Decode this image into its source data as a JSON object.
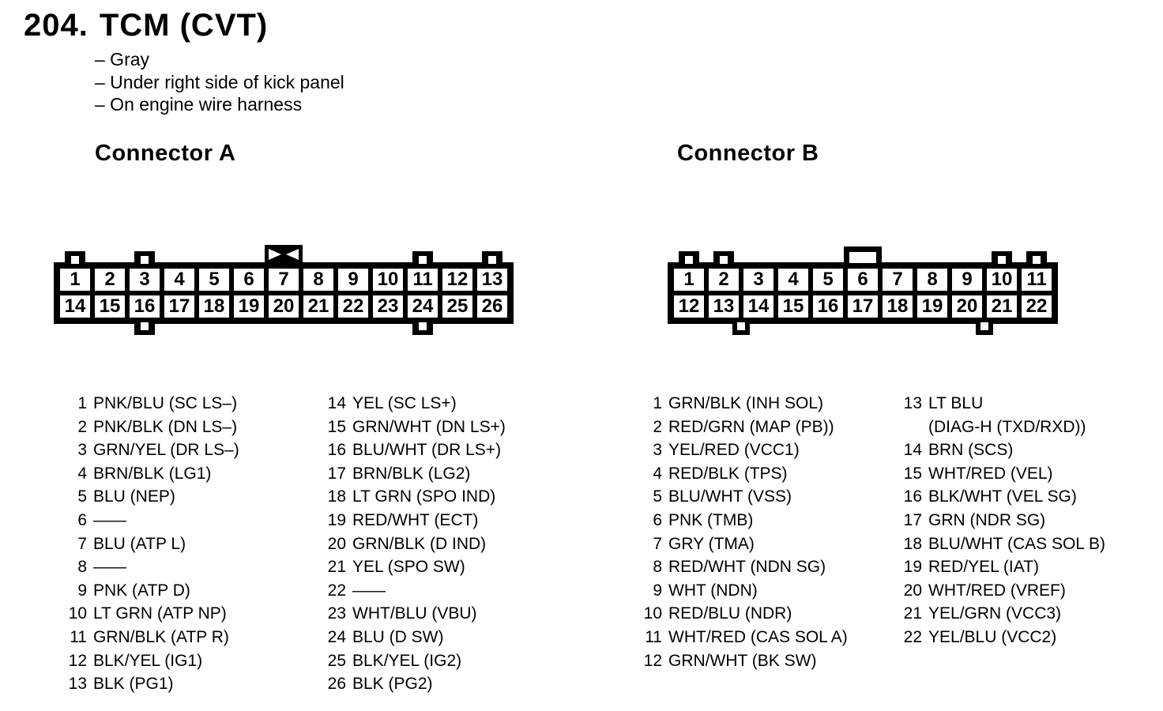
{
  "header": {
    "number": "204.",
    "title": "TCM (CVT)",
    "notes": [
      "– Gray",
      "– Under right side of kick panel",
      "– On engine wire harness"
    ]
  },
  "connector_a": {
    "heading": "Connector A",
    "top_row_pins": [
      "1",
      "2",
      "3",
      "4",
      "5",
      "6",
      "7",
      "8",
      "9",
      "10",
      "11",
      "12",
      "13"
    ],
    "bottom_row_pins": [
      "14",
      "15",
      "16",
      "17",
      "18",
      "19",
      "20",
      "21",
      "22",
      "23",
      "24",
      "25",
      "26"
    ],
    "keying": {
      "top_tabs_at_pins": [
        1,
        3,
        11,
        13
      ],
      "keyway_marker_above_pin": 7,
      "bottom_tabs_at_pins": [
        16,
        24
      ]
    },
    "pins_col1": [
      {
        "num": "1",
        "label": "PNK/BLU (SC LS–)"
      },
      {
        "num": "2",
        "label": "PNK/BLK (DN LS–)"
      },
      {
        "num": "3",
        "label": "GRN/YEL (DR LS–)"
      },
      {
        "num": "4",
        "label": "BRN/BLK (LG1)"
      },
      {
        "num": "5",
        "label": "BLU (NEP)"
      },
      {
        "num": "6",
        "label": "——"
      },
      {
        "num": "7",
        "label": "BLU (ATP L)"
      },
      {
        "num": "8",
        "label": "——"
      },
      {
        "num": "9",
        "label": "PNK (ATP D)"
      },
      {
        "num": "10",
        "label": "LT GRN (ATP NP)"
      },
      {
        "num": "11",
        "label": "GRN/BLK (ATP R)"
      },
      {
        "num": "12",
        "label": "BLK/YEL (IG1)"
      },
      {
        "num": "13",
        "label": "BLK (PG1)"
      }
    ],
    "pins_col2": [
      {
        "num": "14",
        "label": "YEL (SC LS+)"
      },
      {
        "num": "15",
        "label": "GRN/WHT (DN LS+)"
      },
      {
        "num": "16",
        "label": "BLU/WHT (DR LS+)"
      },
      {
        "num": "17",
        "label": "BRN/BLK (LG2)"
      },
      {
        "num": "18",
        "label": "LT GRN (SPO IND)"
      },
      {
        "num": "19",
        "label": "RED/WHT (ECT)"
      },
      {
        "num": "20",
        "label": "GRN/BLK (D IND)"
      },
      {
        "num": "21",
        "label": "YEL (SPO SW)"
      },
      {
        "num": "22",
        "label": "——"
      },
      {
        "num": "23",
        "label": "WHT/BLU (VBU)"
      },
      {
        "num": "24",
        "label": "BLU (D SW)"
      },
      {
        "num": "25",
        "label": "BLK/YEL (IG2)"
      },
      {
        "num": "26",
        "label": "BLK (PG2)"
      }
    ]
  },
  "connector_b": {
    "heading": "Connector B",
    "top_row_pins": [
      "1",
      "2",
      "3",
      "4",
      "5",
      "6",
      "7",
      "8",
      "9",
      "10",
      "11"
    ],
    "bottom_row_pins": [
      "12",
      "13",
      "14",
      "15",
      "16",
      "17",
      "18",
      "19",
      "20",
      "21",
      "22"
    ],
    "keying": {
      "top_tabs_at_pins": [
        1,
        2,
        10,
        11
      ],
      "open_guide_box_above_pin": 6,
      "bottom_tabs_between_pins": [
        "13/14",
        "20/21"
      ]
    },
    "pins_col1": [
      {
        "num": "1",
        "label": "GRN/BLK (INH SOL)"
      },
      {
        "num": "2",
        "label": "RED/GRN (MAP (PB))"
      },
      {
        "num": "3",
        "label": "YEL/RED (VCC1)"
      },
      {
        "num": "4",
        "label": "RED/BLK (TPS)"
      },
      {
        "num": "5",
        "label": "BLU/WHT (VSS)"
      },
      {
        "num": "6",
        "label": "PNK (TMB)"
      },
      {
        "num": "7",
        "label": "GRY (TMA)"
      },
      {
        "num": "8",
        "label": "RED/WHT (NDN SG)"
      },
      {
        "num": "9",
        "label": "WHT (NDN)"
      },
      {
        "num": "10",
        "label": "RED/BLU (NDR)"
      },
      {
        "num": "11",
        "label": "WHT/RED (CAS SOL A)"
      },
      {
        "num": "12",
        "label": "GRN/WHT (BK SW)"
      }
    ],
    "pins_col2": [
      {
        "num": "13",
        "label": "LT BLU\n(DIAG-H (TXD/RXD))"
      },
      {
        "num": "14",
        "label": "BRN (SCS)"
      },
      {
        "num": "15",
        "label": "WHT/RED (VEL)"
      },
      {
        "num": "16",
        "label": "BLK/WHT (VEL SG)"
      },
      {
        "num": "17",
        "label": "GRN (NDR SG)"
      },
      {
        "num": "18",
        "label": "BLU/WHT (CAS SOL B)"
      },
      {
        "num": "19",
        "label": "RED/YEL (IAT)"
      },
      {
        "num": "20",
        "label": "WHT/RED (VREF)"
      },
      {
        "num": "21",
        "label": "YEL/GRN (VCC3)"
      },
      {
        "num": "22",
        "label": "YEL/BLU (VCC2)"
      }
    ]
  }
}
